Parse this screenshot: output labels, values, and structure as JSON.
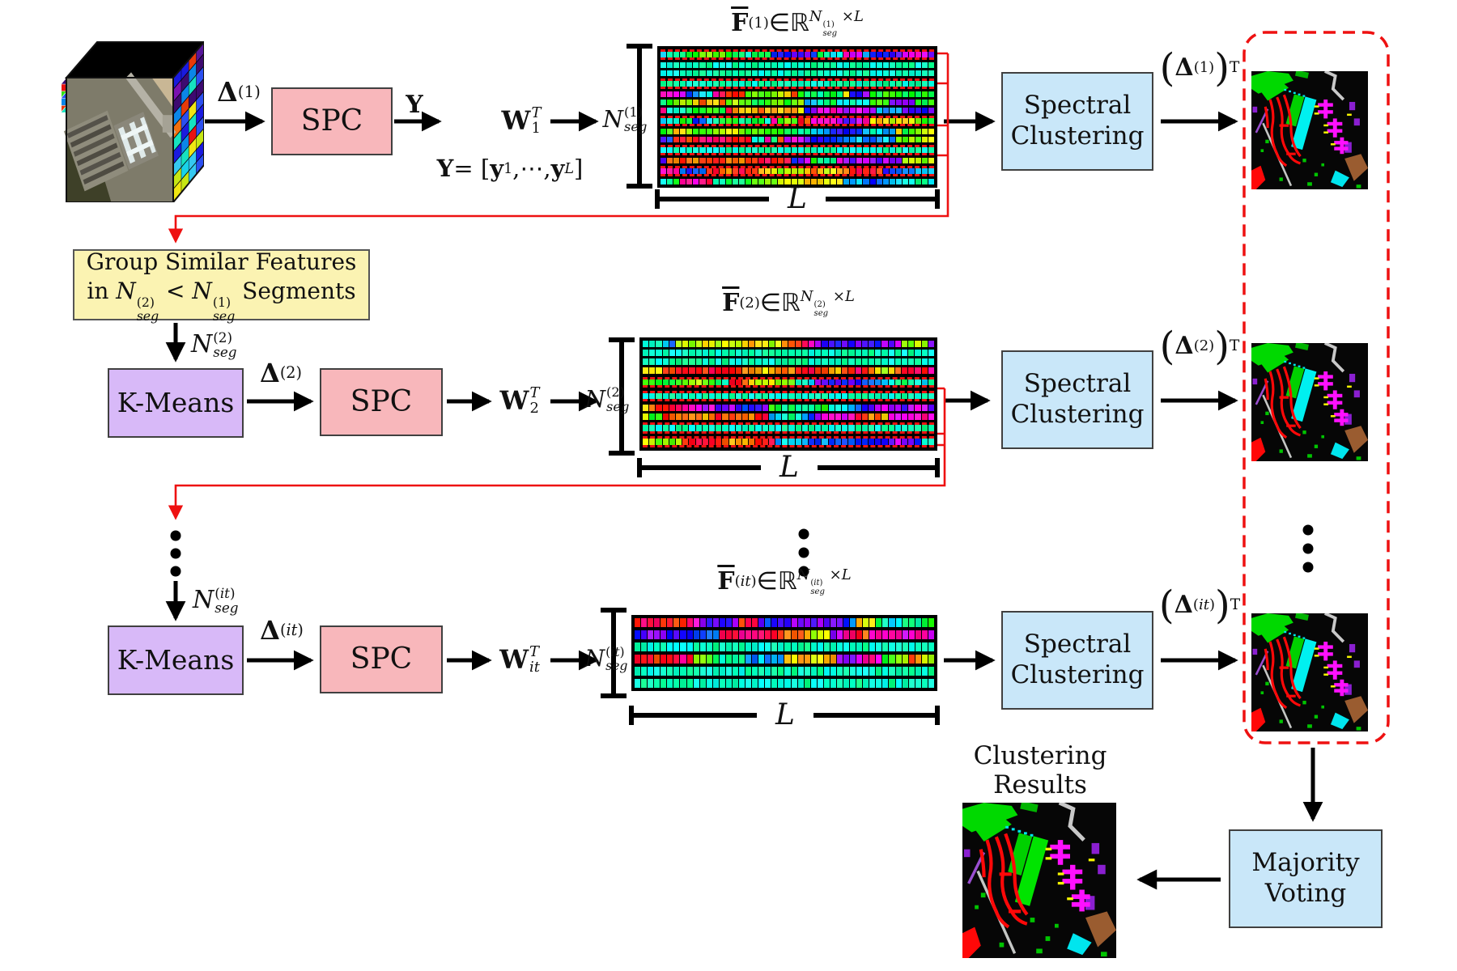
{
  "colors": {
    "pink": "#f8b7bb",
    "purple": "#d8b9f8",
    "blue": "#c9e7f9",
    "yellow": "#fbf3b2",
    "red": "#ee1111",
    "black": "#000000"
  },
  "boxes": {
    "spc": "SPC",
    "kmeans": "K-Means",
    "spectral_line1": "Spectral",
    "spectral_line2": "Clustering",
    "majority_line1": "Majority",
    "majority_line2": "Voting",
    "group_line1": "Group Similar Features",
    "group_line2": "in <i>N</i><span class='ss'><span class='a'>(2)</span><span class='b'><i>seg</i></span></span> &lt; <i>N</i><span class='ss'><span class='a'>(1)</span><span class='b'><i>seg</i></span></span> Segments"
  },
  "labels": {
    "delta1": "<b>Δ</b><sup>(1)</sup>",
    "delta2": "<b>Δ</b><sup>(2)</sup>",
    "deltait": "<b>Δ</b><sup>(<i>it</i>)</sup>",
    "delta1T": "<span class='p'>(</span><b>Δ</b><sup>(1)</sup><span class='p'>)</span><span class='T'>T</span>",
    "delta2T": "<span class='p'>(</span><b>Δ</b><sup>(2)</sup><span class='p'>)</span><span class='T'>T</span>",
    "deltaitT": "<span class='p'>(</span><b>Δ</b><sup>(<i>it</i>)</sup><span class='p'>)</span><span class='T'>T</span>",
    "Y": "<b>Y</b>",
    "W1": "<b>W</b><span class='ss'><span class='a'><i>T</i></span><span class='b'>1</span></span>",
    "W2": "<b>W</b><span class='ss'><span class='a'><i>T</i></span><span class='b'>2</span></span>",
    "Wit": "<b>W</b><span class='ss'><span class='a'><i>T</i></span><span class='b'><i>it</i></span></span>",
    "Yeq": "<b>Y</b> = [<b>y</b><sub>1</sub> , <span class='sym'>⋯</span> , <b>y</b><sub><i>L</i></sub>]",
    "Nseg1": "<i>N</i><span class='ss'><span class='a'>(1)</span><span class='b'><i>seg</i></span></span>",
    "Nseg2": "<i>N</i><span class='ss'><span class='a'>(2)</span><span class='b'><i>seg</i></span></span>",
    "Nsegit": "<i>N</i><span class='ss'><span class='a'>(<i>it</i>)</span><span class='b'><i>seg</i></span></span>",
    "F1": "<span class='ov'><b>F</b></span><sup>(1)</sup><span class='sym'>∈</span> <span class='sym'>ℝ</span><sup><i>N</i><span class='ss'><span class='a'>(1)</span><span class='b'><i>seg</i></span></span> ×<i>L</i></sup>",
    "F2": "<span class='ov'><b>F</b></span><sup>(2)</sup><span class='sym'>∈</span> <span class='sym'>ℝ</span><sup><i>N</i><span class='ss'><span class='a'>(2)</span><span class='b'><i>seg</i></span></span> ×<i>L</i></sup>",
    "Fit": "<span class='ov'><b>F</b></span><sup>(<i>it</i>)</sup><span class='sym'>∈</span> <span class='sym'>ℝ</span><sup><i>N</i><span class='ss'><span class='a'>(<i>it</i>)</span><span class='b'><i>seg</i></span></span> ×<i>L</i></sup>",
    "L": "<i>L</i>"
  },
  "captions": {
    "results_line1": "Clustering",
    "results_line2": "Results"
  },
  "matrices": [
    {
      "name": "feature-matrix-1",
      "rows": 14,
      "cols": 42,
      "dashed": [
        0,
        3,
        7,
        10,
        12
      ]
    },
    {
      "name": "feature-matrix-2",
      "rows": 10,
      "cols": 44,
      "dashed": [
        4,
        5,
        8,
        9
      ]
    },
    {
      "name": "feature-matrix-3",
      "rows": 6,
      "cols": 46,
      "dashed": []
    }
  ],
  "images": {
    "cube": "hyperspectral-data-cube",
    "map_small": "intermediate-clustering-map",
    "map_final": "final-clustering-map"
  },
  "icons": {
    "ellipsis": "vertical-ellipsis"
  }
}
